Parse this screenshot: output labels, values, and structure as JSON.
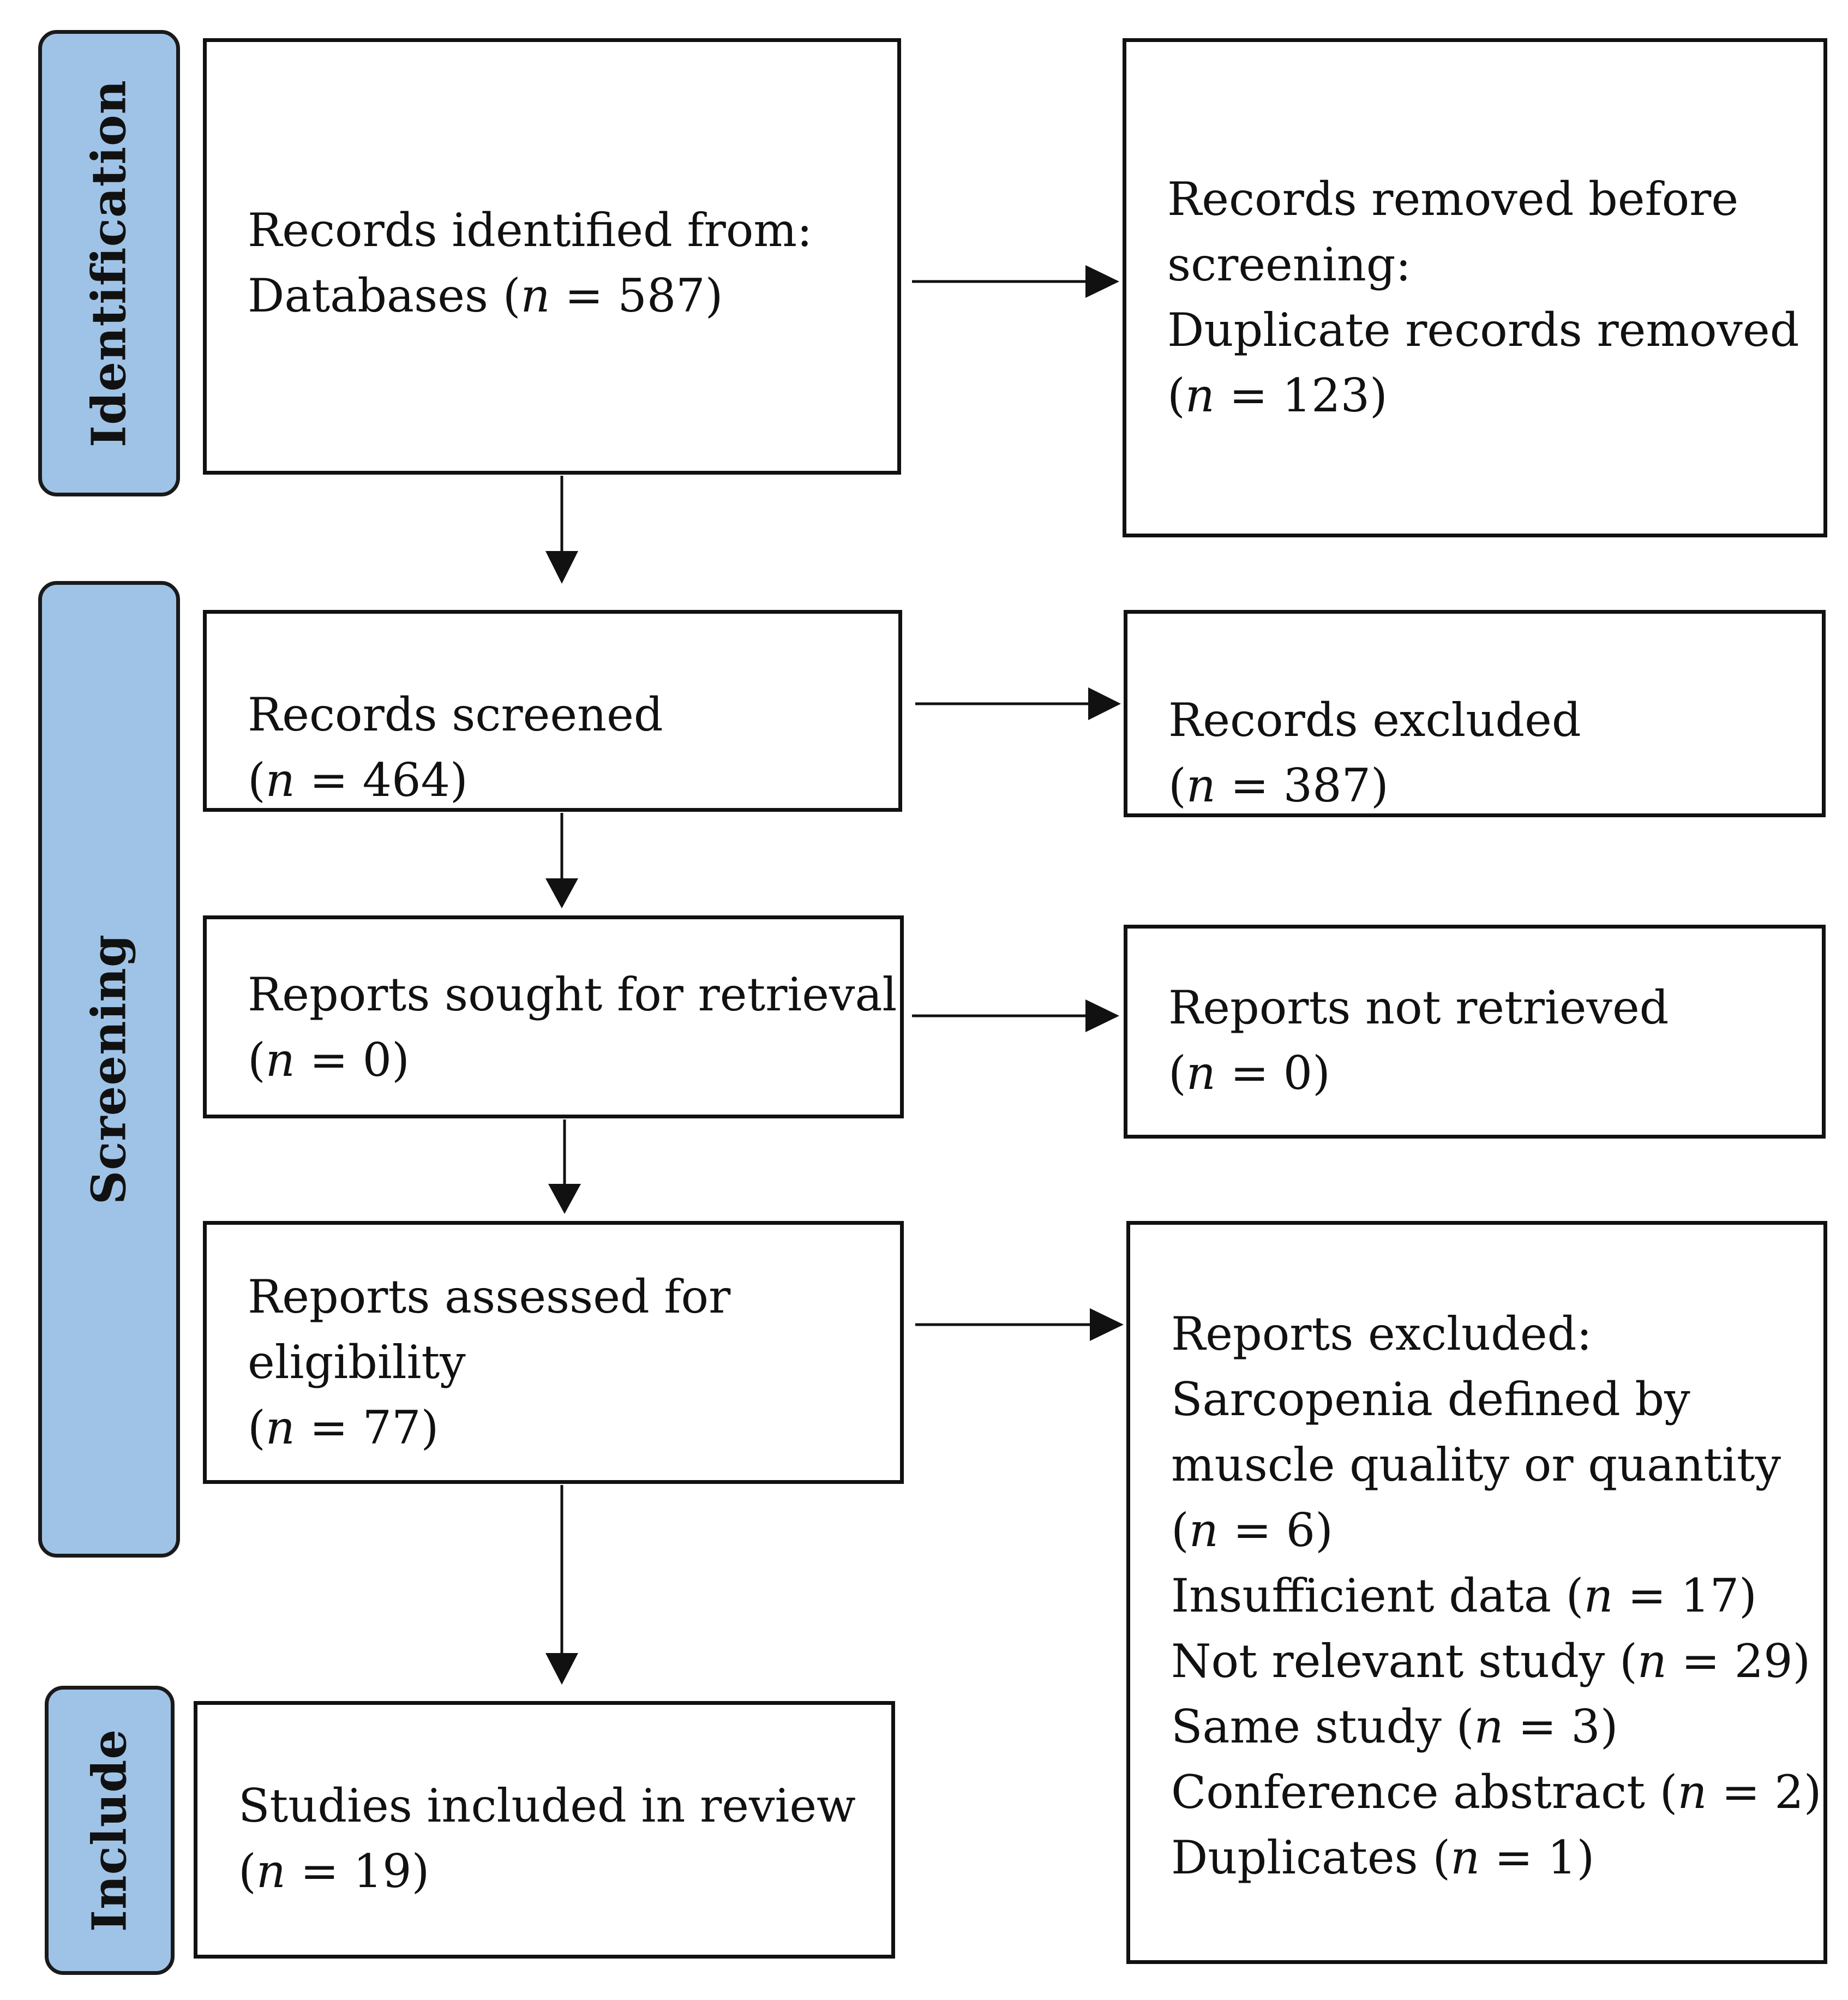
{
  "phases": {
    "identification": "Identification",
    "screening": "Screening",
    "include": "Include"
  },
  "left": {
    "identified": {
      "line1": "Records identified from:",
      "line2_pre": "Databases (",
      "n": "n",
      "line2_post": " = 587)"
    },
    "screened": {
      "line1": "Records screened",
      "line2_pre": "(",
      "n": "n",
      "line2_post": " = 464)"
    },
    "sought": {
      "line1": "Reports sought for retrieval",
      "line2_pre": "(",
      "n": "n",
      "line2_post": " = 0)"
    },
    "assessed": {
      "line1": "Reports assessed for",
      "line2": "eligibility",
      "line3_pre": "(",
      "n": "n",
      "line3_post": " = 77)"
    },
    "included": {
      "line1": "Studies included in review",
      "line2_pre": "(",
      "n": "n",
      "line2_post": " = 19)"
    }
  },
  "right": {
    "removed": {
      "line1": "Records removed before",
      "line2": "screening:",
      "line3": "Duplicate records removed",
      "line4_pre": "(",
      "n": "n",
      "line4_post": " = 123)"
    },
    "excluded": {
      "line1": "Records excluded",
      "line2_pre": "(",
      "n": "n",
      "line2_post": " = 387)"
    },
    "not_retrieved": {
      "line1": "Reports not retrieved",
      "line2_pre": "(",
      "n": "n",
      "line2_post": " = 0)"
    },
    "reports_excluded": {
      "title": "Reports excluded:",
      "r1": "Sarcopenia defined by",
      "r2": "muscle quality or quantity",
      "r3_pre": "(",
      "r3_n": "n",
      "r3_post": " = 6)",
      "r4_pre": "Insufficient data (",
      "r4_n": "n",
      "r4_post": " = 17)",
      "r5_pre": "Not relevant study (",
      "r5_n": "n",
      "r5_post": " = 29)",
      "r6_pre": "Same study (",
      "r6_n": "n",
      "r6_post": " = 3)",
      "r7_pre": "Conference abstract (",
      "r7_n": "n",
      "r7_post": " = 2)",
      "r8_pre": "Duplicates (",
      "r8_n": "n",
      "r8_post": " = 1)"
    }
  }
}
